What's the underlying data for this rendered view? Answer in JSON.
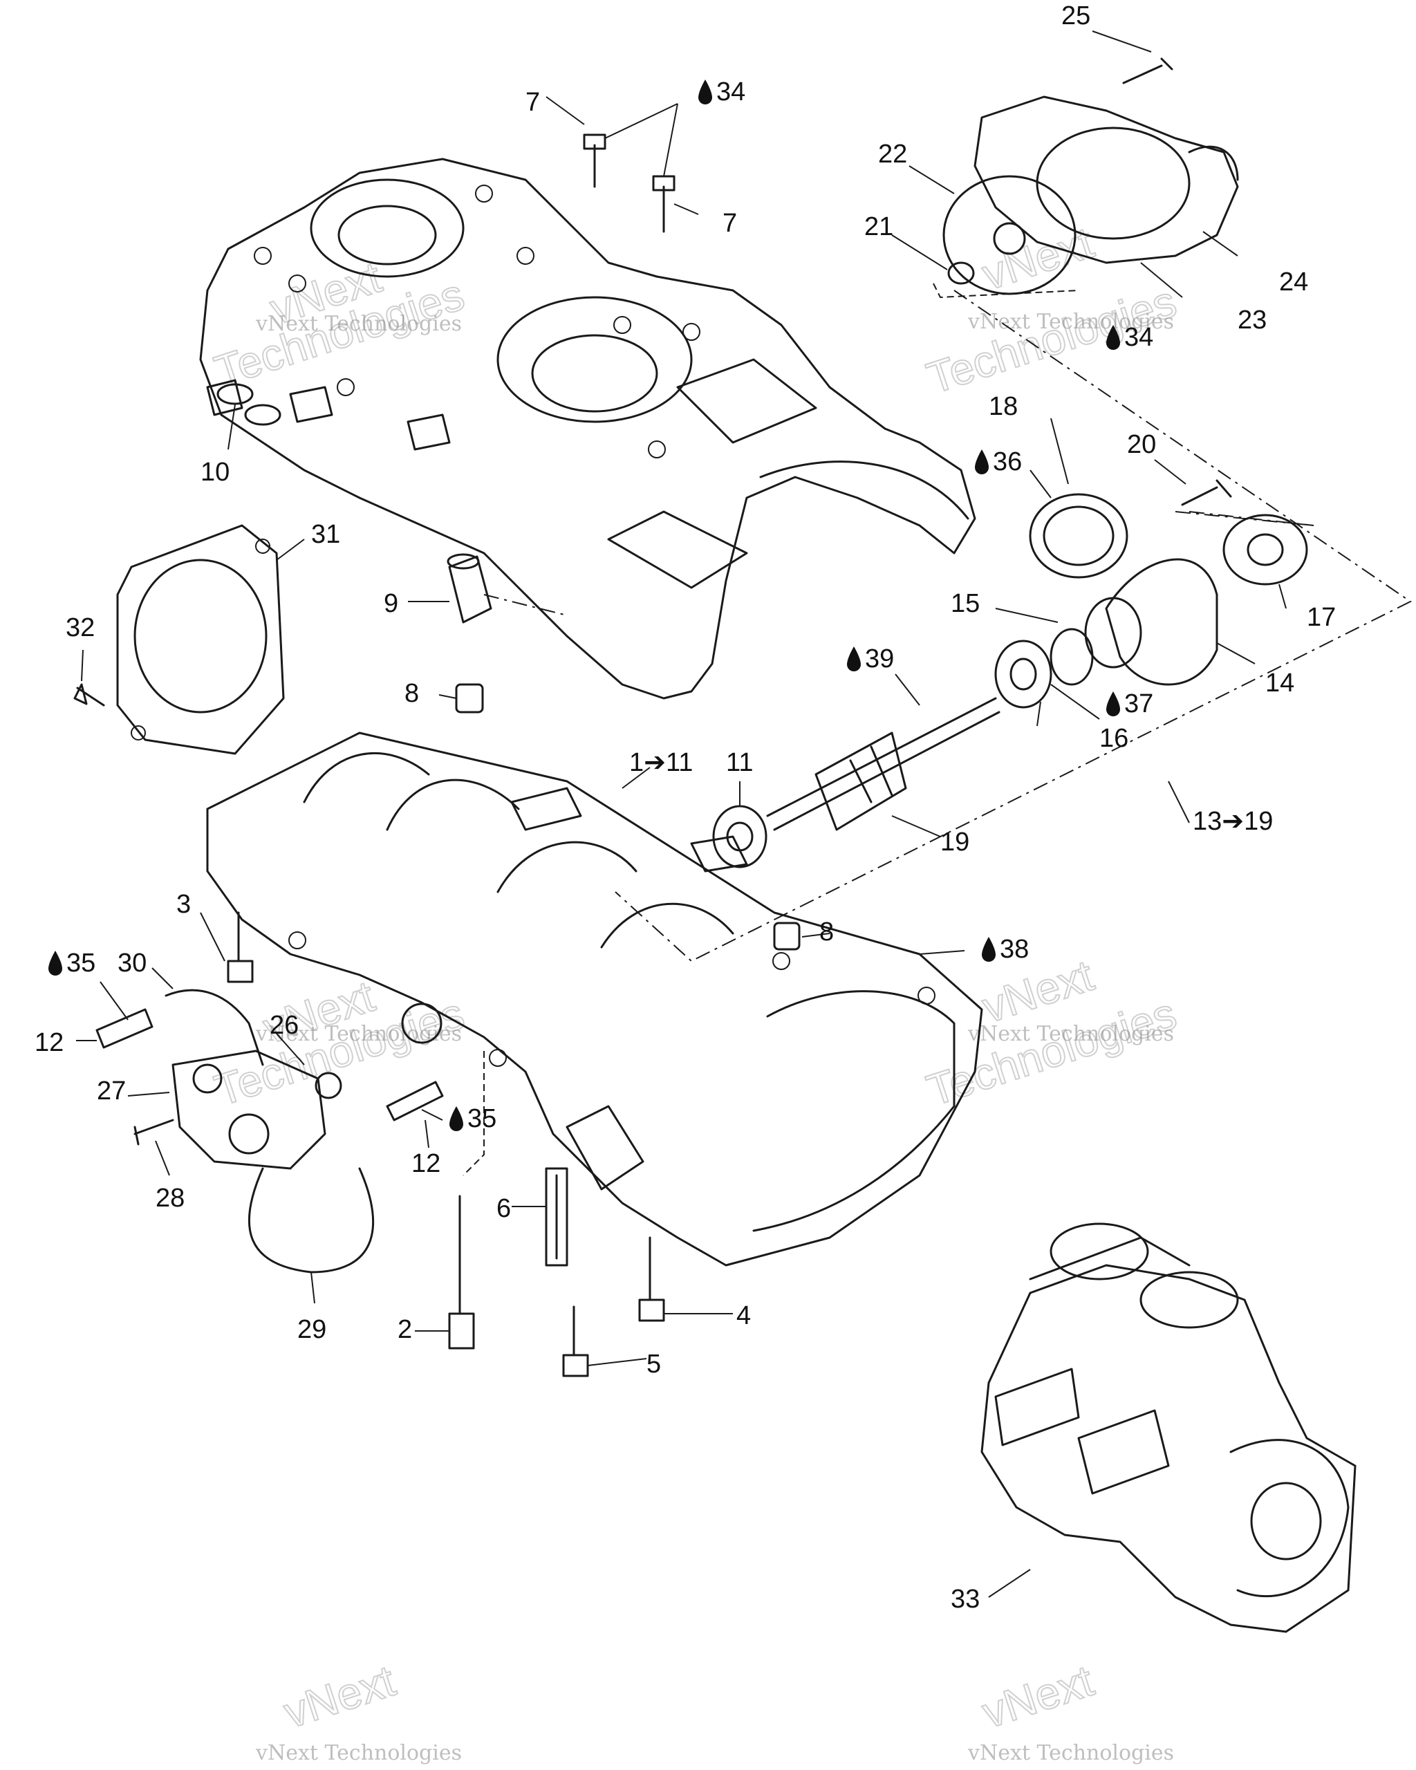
{
  "watermark": {
    "line1": "vNext",
    "line2": "Technologies",
    "full": "vNext Technologies"
  },
  "colors": {
    "ink": "#1a1a1a",
    "background": "#ffffff",
    "watermark": "#8a8a8a"
  },
  "callouts": [
    {
      "id": "c25",
      "text": "25"
    },
    {
      "id": "c7a",
      "text": "7"
    },
    {
      "id": "c34a",
      "text": "34",
      "lubricant": true
    },
    {
      "id": "c7b",
      "text": "7"
    },
    {
      "id": "c22",
      "text": "22"
    },
    {
      "id": "c21",
      "text": "21"
    },
    {
      "id": "c24",
      "text": "24"
    },
    {
      "id": "c23",
      "text": "23"
    },
    {
      "id": "c34b",
      "text": "34",
      "lubricant": true
    },
    {
      "id": "c10",
      "text": "10"
    },
    {
      "id": "c18",
      "text": "18"
    },
    {
      "id": "c36",
      "text": "36",
      "lubricant": true
    },
    {
      "id": "c20",
      "text": "20"
    },
    {
      "id": "c31",
      "text": "31"
    },
    {
      "id": "c9",
      "text": "9"
    },
    {
      "id": "c32",
      "text": "32"
    },
    {
      "id": "c15",
      "text": "15"
    },
    {
      "id": "c17",
      "text": "17"
    },
    {
      "id": "c39",
      "text": "39",
      "lubricant": true
    },
    {
      "id": "c14",
      "text": "14"
    },
    {
      "id": "c8a",
      "text": "8"
    },
    {
      "id": "c37",
      "text": "37",
      "lubricant": true
    },
    {
      "id": "c16",
      "text": "16"
    },
    {
      "id": "c1to11",
      "text": "1➔11"
    },
    {
      "id": "c11",
      "text": "11"
    },
    {
      "id": "c13to19",
      "text": "13➔19"
    },
    {
      "id": "c19",
      "text": "19"
    },
    {
      "id": "c3",
      "text": "3"
    },
    {
      "id": "c8b",
      "text": "8"
    },
    {
      "id": "c30",
      "text": "30"
    },
    {
      "id": "c38",
      "text": "38",
      "lubricant": true
    },
    {
      "id": "c35a",
      "text": "35",
      "lubricant": true
    },
    {
      "id": "c12a",
      "text": "12"
    },
    {
      "id": "c26",
      "text": "26"
    },
    {
      "id": "c27",
      "text": "27"
    },
    {
      "id": "c35b",
      "text": "35",
      "lubricant": true
    },
    {
      "id": "c28",
      "text": "28"
    },
    {
      "id": "c12b",
      "text": "12"
    },
    {
      "id": "c6",
      "text": "6"
    },
    {
      "id": "c29",
      "text": "29"
    },
    {
      "id": "c4",
      "text": "4"
    },
    {
      "id": "c2",
      "text": "2"
    },
    {
      "id": "c5",
      "text": "5"
    },
    {
      "id": "c33",
      "text": "33"
    }
  ]
}
